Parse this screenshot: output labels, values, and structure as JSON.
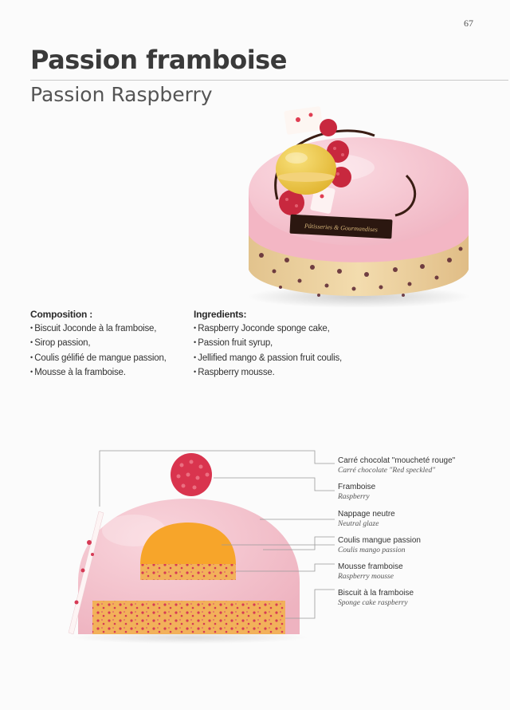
{
  "page": {
    "number": "67"
  },
  "header": {
    "title": "Passion framboise",
    "subtitle": "Passion Raspberry"
  },
  "photo": {
    "plaque_text": "Pâtisseries & Gourmandises"
  },
  "composition": {
    "heading": "Composition :",
    "items": [
      "Biscuit Joconde à la framboise,",
      "Sirop passion,",
      "Coulis gélifié de mangue passion,",
      "Mousse à la framboise."
    ]
  },
  "ingredients": {
    "heading": "Ingredients:",
    "items": [
      "Raspberry Joconde sponge cake,",
      "Passion fruit syrup,",
      "Jellified mango & passion fruit coulis,",
      "Raspberry mousse."
    ]
  },
  "diagram": {
    "labels": [
      {
        "fr": "Carré chocolat \"moucheté rouge\"",
        "en": "Carré chocolate \"Red speckled\""
      },
      {
        "fr": "Framboise",
        "en": "Raspberry"
      },
      {
        "fr": "Nappage neutre",
        "en": "Neutral glaze"
      },
      {
        "fr": "Coulis mangue passion",
        "en": "Coulis mango passion"
      },
      {
        "fr": "Mousse framboise",
        "en": "Raspberry mousse"
      },
      {
        "fr": "Biscuit à la framboise",
        "en": "Sponge cake raspberry"
      }
    ]
  },
  "colors": {
    "glaze": "#f2c3cb",
    "mango": "#f7a52a",
    "sponge": "#f2b15a",
    "raspberry": "#d94058",
    "leader_line": "#9a9a9a"
  }
}
